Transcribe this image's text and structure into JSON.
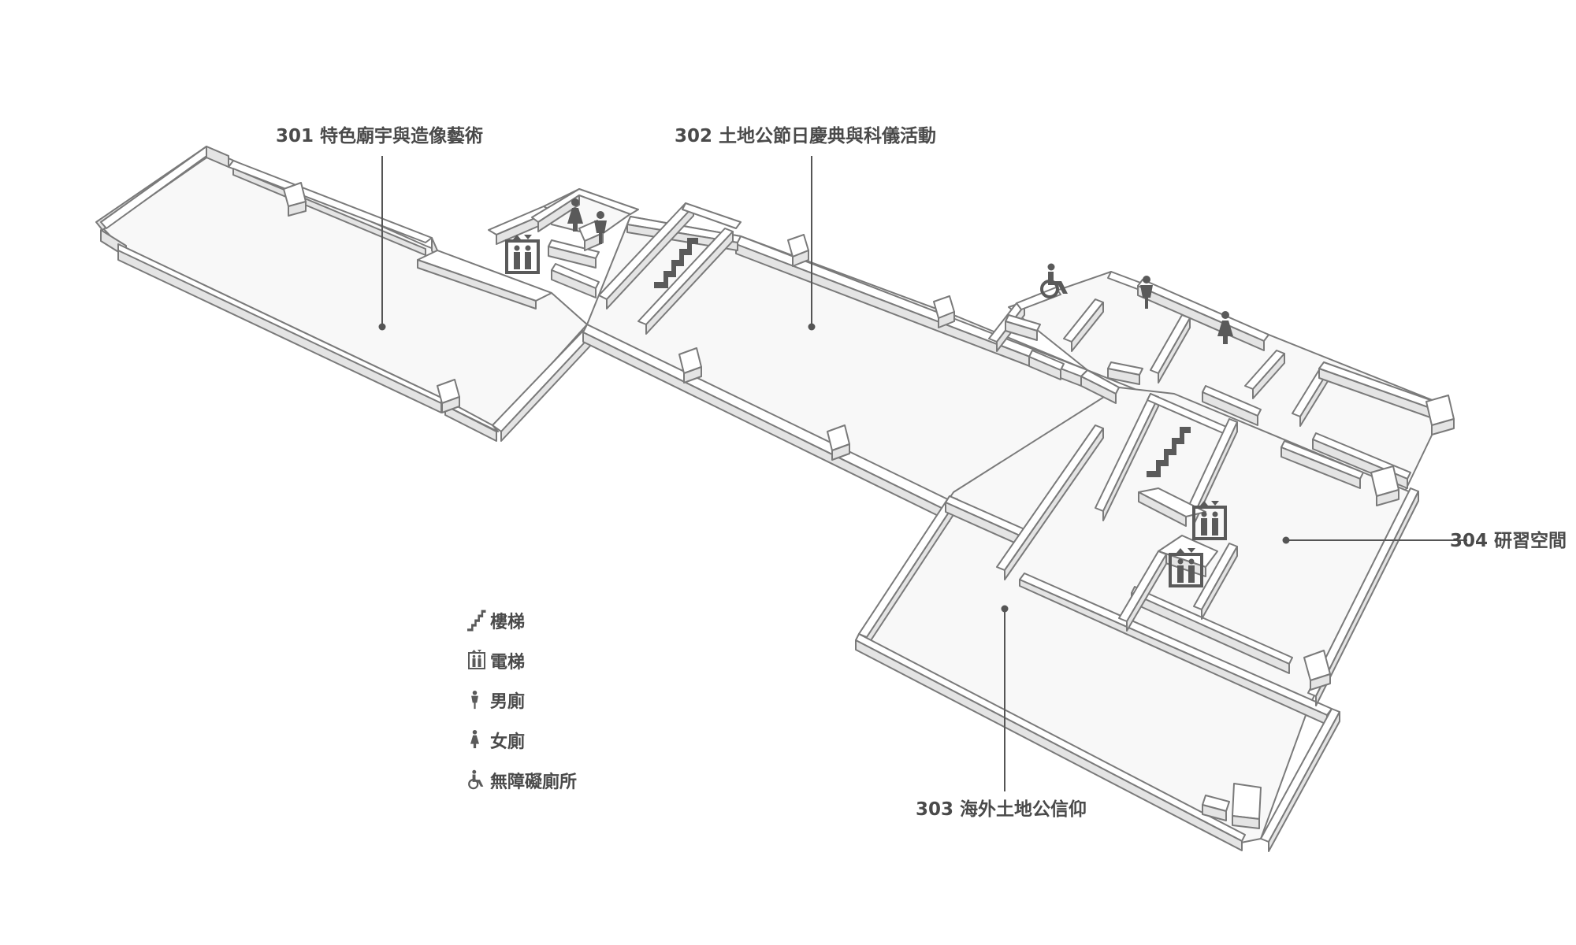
{
  "rooms": [
    {
      "id": "301",
      "label": "301 特色廟宇與造像藝術"
    },
    {
      "id": "302",
      "label": "302 土地公節日慶典與科儀活動"
    },
    {
      "id": "303",
      "label": "303 海外土地公信仰"
    },
    {
      "id": "304",
      "label": "304 研習空間"
    }
  ],
  "legend": [
    {
      "icon": "stairs-icon",
      "label": "樓梯"
    },
    {
      "icon": "elevator-icon",
      "label": "電梯"
    },
    {
      "icon": "mens-restroom-icon",
      "label": "男廁"
    },
    {
      "icon": "womens-restroom-icon",
      "label": "女廁"
    },
    {
      "icon": "accessible-restroom-icon",
      "label": "無障礙廁所"
    }
  ],
  "colors": {
    "text": "#4a4a4a",
    "icon": "#5a5a5a",
    "wall": "#7a7a7a"
  }
}
